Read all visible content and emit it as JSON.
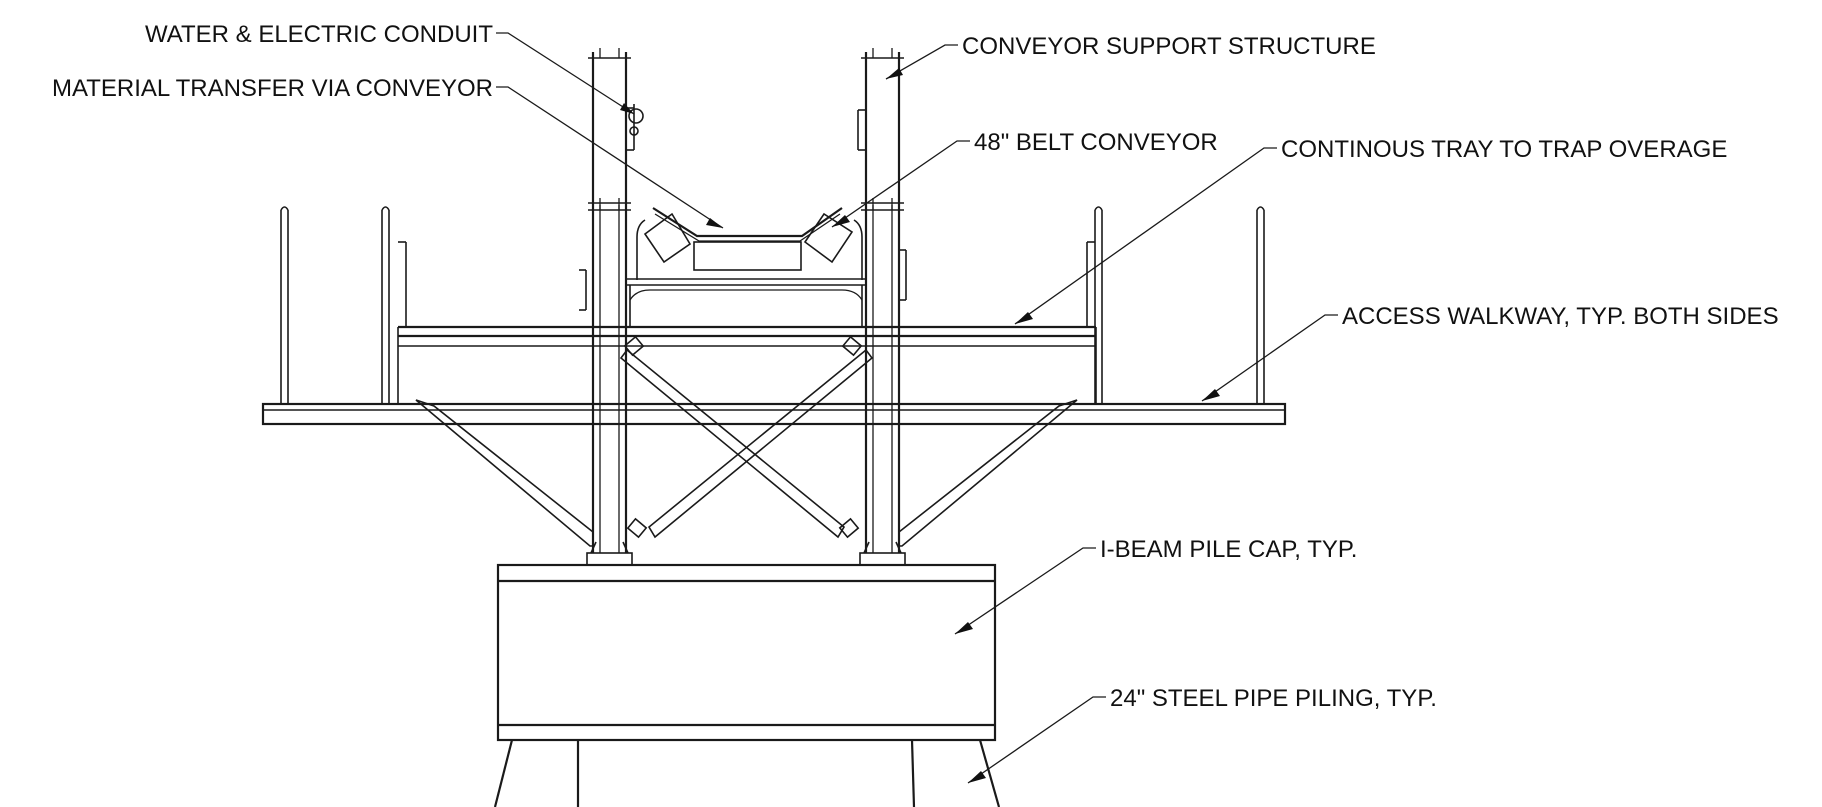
{
  "labels": {
    "water_conduit": "WATER & ELECTRIC CONDUIT",
    "material_transfer": "MATERIAL TRANSFER VIA CONVEYOR",
    "conveyor_support": "CONVEYOR SUPPORT STRUCTURE",
    "belt_conveyor": "48\" BELT CONVEYOR",
    "continuous_tray": "CONTINOUS TRAY TO TRAP OVERAGE",
    "access_walkway": "ACCESS WALKWAY, TYP. BOTH SIDES",
    "pile_cap": "I-BEAM PILE CAP, TYP.",
    "pipe_piling": "24\" STEEL PIPE PILING, TYP."
  },
  "colors": {
    "line": "#1a1a1a",
    "text": "#111111",
    "background": "#ffffff"
  }
}
